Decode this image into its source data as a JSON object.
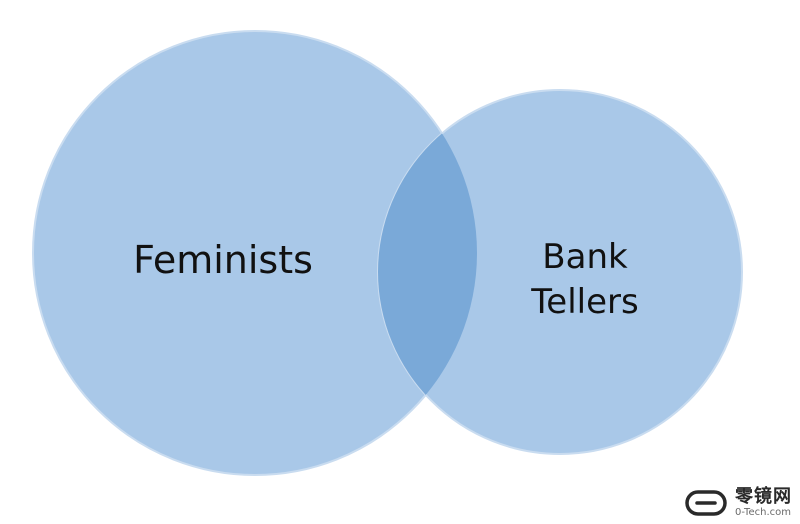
{
  "diagram": {
    "type": "venn",
    "sets": [
      {
        "id": "left",
        "label_lines": [
          "Feminists"
        ]
      },
      {
        "id": "right",
        "label_lines": [
          "Bank",
          "Tellers"
        ]
      }
    ],
    "colors": {
      "circle_fill": "#a9c8e8",
      "circle_stroke": "#c9dcf0",
      "overlap_fill": "#7aa9d8",
      "label_color": "#111111"
    }
  },
  "watermark": {
    "name": "零镜网",
    "domain": "0-Tech.com",
    "icon": "zero-tech-logo-icon",
    "color": "#2a2a2a"
  }
}
